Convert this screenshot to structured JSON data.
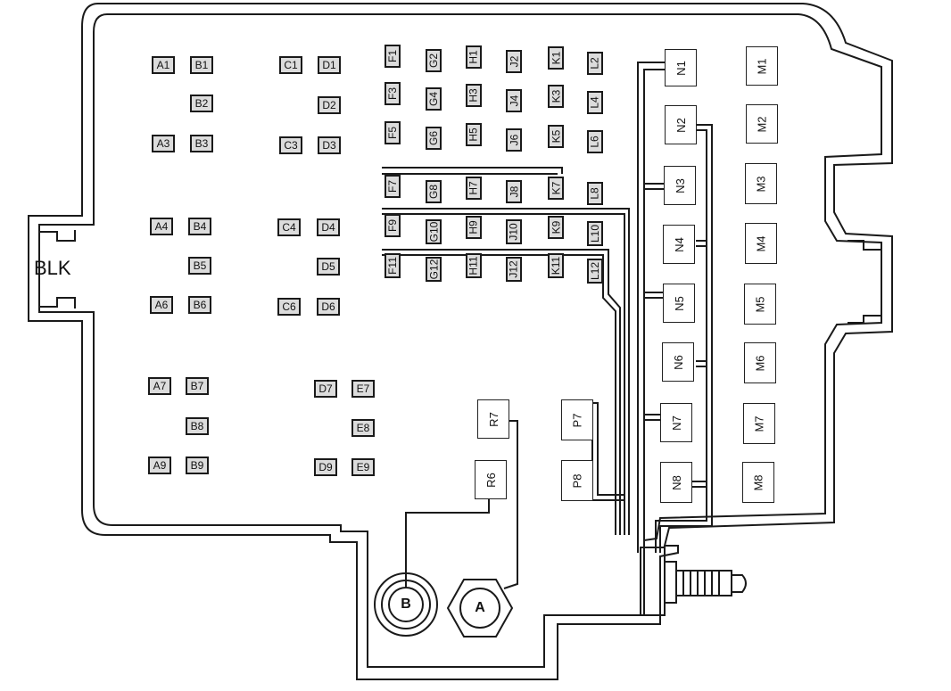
{
  "connector_label": "BLK",
  "cavities": {
    "A1": "A1",
    "B1": "B1",
    "C1": "C1",
    "D1": "D1",
    "B2": "B2",
    "D2": "D2",
    "A3": "A3",
    "B3": "B3",
    "C3": "C3",
    "D3": "D3",
    "A4": "A4",
    "B4": "B4",
    "C4": "C4",
    "D4": "D4",
    "B5": "B5",
    "D5": "D5",
    "A6": "A6",
    "B6": "B6",
    "C6": "C6",
    "D6": "D6",
    "A7": "A7",
    "B7": "B7",
    "D7": "D7",
    "E7": "E7",
    "B8": "B8",
    "E8": "E8",
    "A9": "A9",
    "B9": "B9",
    "D9": "D9",
    "E9": "E9",
    "F1": "F1",
    "G2": "G2",
    "H1": "H1",
    "J2": "J2",
    "K1": "K1",
    "L2": "L2",
    "F3": "F3",
    "G4": "G4",
    "H3": "H3",
    "J4": "J4",
    "K3": "K3",
    "L4": "L4",
    "F5": "F5",
    "G6": "G6",
    "H5": "H5",
    "J6": "J6",
    "K5": "K5",
    "L6": "L6",
    "F7": "F7",
    "G8": "G8",
    "H7": "H7",
    "J8": "J8",
    "K7": "K7",
    "L8": "L8",
    "F9": "F9",
    "G10": "G10",
    "H9": "H9",
    "J10": "J10",
    "K9": "K9",
    "L10": "L10",
    "F11": "F11",
    "G12": "G12",
    "H11": "H11",
    "J12": "J12",
    "K11": "K11",
    "L12": "L12"
  },
  "positions": {
    "N1": "N1",
    "N2": "N2",
    "N3": "N3",
    "N4": "N4",
    "N5": "N5",
    "N6": "N6",
    "N7": "N7",
    "N8": "N8",
    "M1": "M1",
    "M2": "M2",
    "M3": "M3",
    "M4": "M4",
    "M5": "M5",
    "M6": "M6",
    "M7": "M7",
    "M8": "M8",
    "R6": "R6",
    "R7": "R7",
    "P7": "P7",
    "P8": "P8"
  },
  "terminals": {
    "A": "A",
    "B": "B"
  },
  "colors": {
    "ink": "#1a1a1a",
    "cavity_fill": "#dcdcdc",
    "background": "#ffffff"
  }
}
